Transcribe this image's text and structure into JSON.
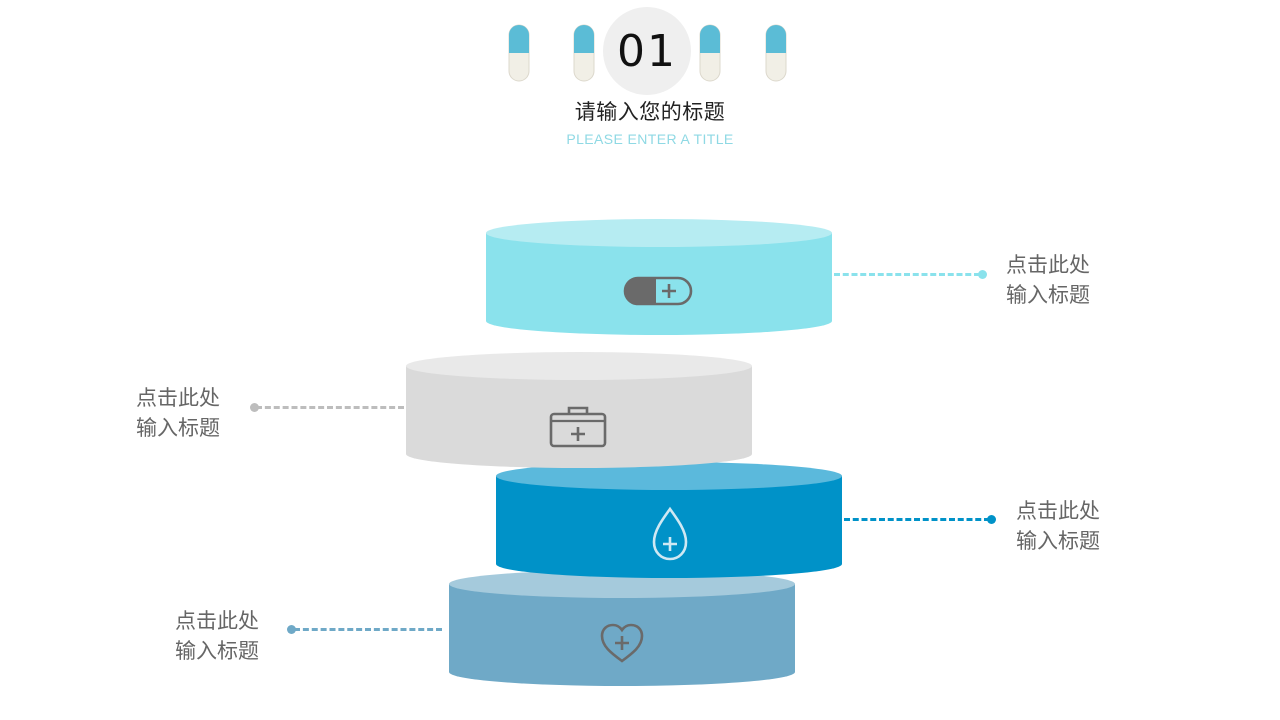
{
  "header": {
    "number": "01",
    "title": "请输入您的标题",
    "subtitle": "PLEASE ENTER A TITLE"
  },
  "colors": {
    "pill_cap": "#5bbcd6",
    "pill_body": "#f1efe6",
    "accent_light": "#8fd9e4",
    "tier1": "#8ae2ec",
    "tier2": "#dadada",
    "tier3": "#0092c8",
    "tier4": "#6fa9c7",
    "icon_gray": "#6a6a6a"
  },
  "tiers": [
    {
      "icon": "capsule-icon",
      "label_line1": "点击此处",
      "label_line2": "输入标题"
    },
    {
      "icon": "medical-kit-icon",
      "label_line1": "点击此处",
      "label_line2": "输入标题"
    },
    {
      "icon": "blood-drop-plus-icon",
      "label_line1": "点击此处",
      "label_line2": "输入标题"
    },
    {
      "icon": "heart-plus-icon",
      "label_line1": "点击此处",
      "label_line2": "输入标题"
    }
  ]
}
